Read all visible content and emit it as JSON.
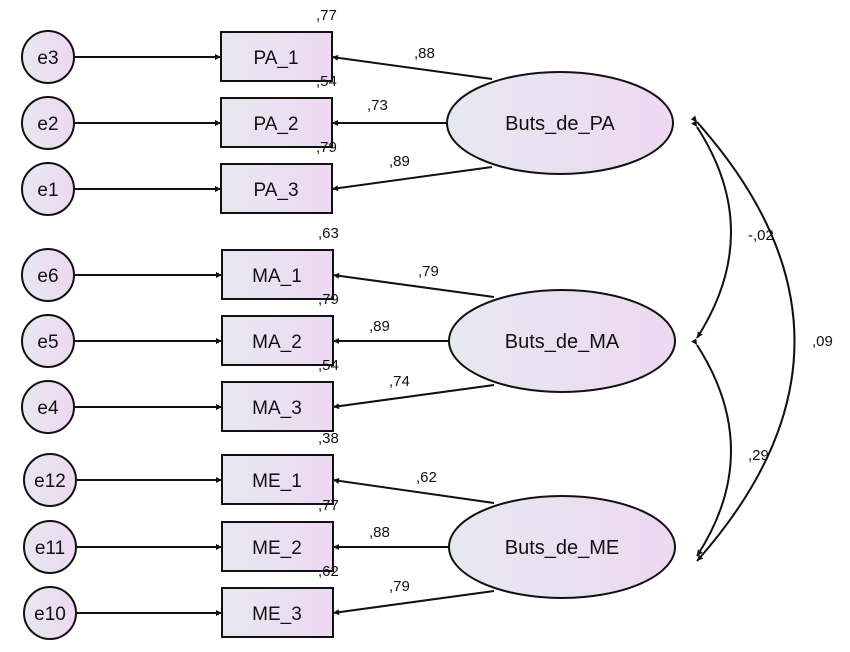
{
  "colors": {
    "node_fill_start": "#e6e8f0",
    "node_fill_end": "#eed8f2",
    "stroke": "#111111",
    "background": "#ffffff"
  },
  "errors": [
    "e3",
    "e2",
    "e1",
    "e6",
    "e5",
    "e4",
    "e12",
    "e11",
    "e10"
  ],
  "indicators": [
    "PA_1",
    "PA_2",
    "PA_3",
    "MA_1",
    "MA_2",
    "MA_3",
    "ME_1",
    "ME_2",
    "ME_3"
  ],
  "r_squared": [
    ",77",
    ",54",
    ",79",
    ",63",
    ",79",
    ",54",
    ",38",
    ",77",
    ",62"
  ],
  "latents": [
    "Buts_de_PA",
    "Buts_de_MA",
    "Buts_de_ME"
  ],
  "loadings": [
    ",88",
    ",73",
    ",89",
    ",79",
    ",89",
    ",74",
    ",62",
    ",88",
    ",79"
  ],
  "correlations": {
    "pa_ma": "-,02",
    "ma_me": ",29",
    "pa_me": ",09"
  }
}
